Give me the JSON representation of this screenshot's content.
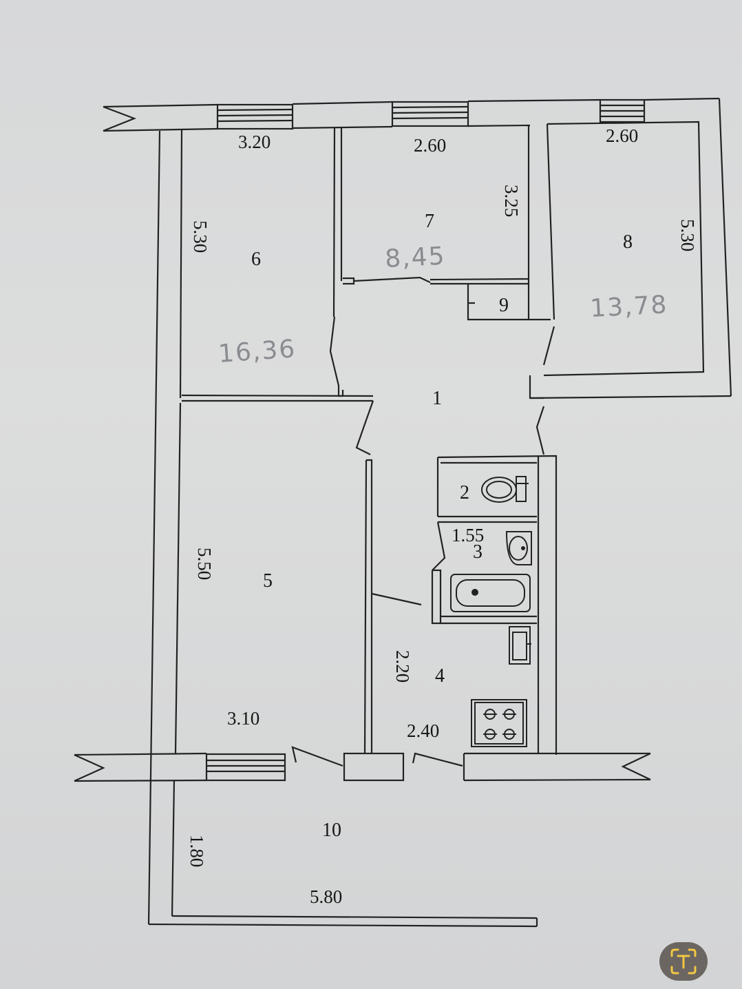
{
  "rooms": [
    {
      "id": "r1",
      "label": "1"
    },
    {
      "id": "r2",
      "label": "2"
    },
    {
      "id": "r3",
      "label": "3"
    },
    {
      "id": "r4",
      "label": "4"
    },
    {
      "id": "r5",
      "label": "5"
    },
    {
      "id": "r6",
      "label": "6"
    },
    {
      "id": "r7",
      "label": "7"
    },
    {
      "id": "r8",
      "label": "8"
    },
    {
      "id": "r9",
      "label": "9"
    },
    {
      "id": "r10",
      "label": "10"
    }
  ],
  "dimensions": {
    "room6_width": "3.20",
    "room6_length": "5.30",
    "room7_width": "2.60",
    "room7_length": "3.25",
    "room8_width": "2.60",
    "room8_length": "5.30",
    "room3_width": "1.55",
    "room5_length": "5.50",
    "room5_width": "3.10",
    "room4_length": "2.20",
    "room4_width": "2.40",
    "room10_width": "1.80",
    "room10_length": "5.80"
  },
  "handwritten_areas": {
    "room6": "16,36",
    "room7": "8,45",
    "room8": "13,78"
  },
  "colors": {
    "line": "#222222",
    "paper": "#d8d9da",
    "pencil": "#8a8c90",
    "scan_button": "#6b6661",
    "scan_icon": "#f2c744"
  },
  "icons": [
    "toilet-icon",
    "sink-icon",
    "bathtub-icon",
    "kitchen-sink-icon",
    "stove-icon",
    "text-scan-icon"
  ]
}
